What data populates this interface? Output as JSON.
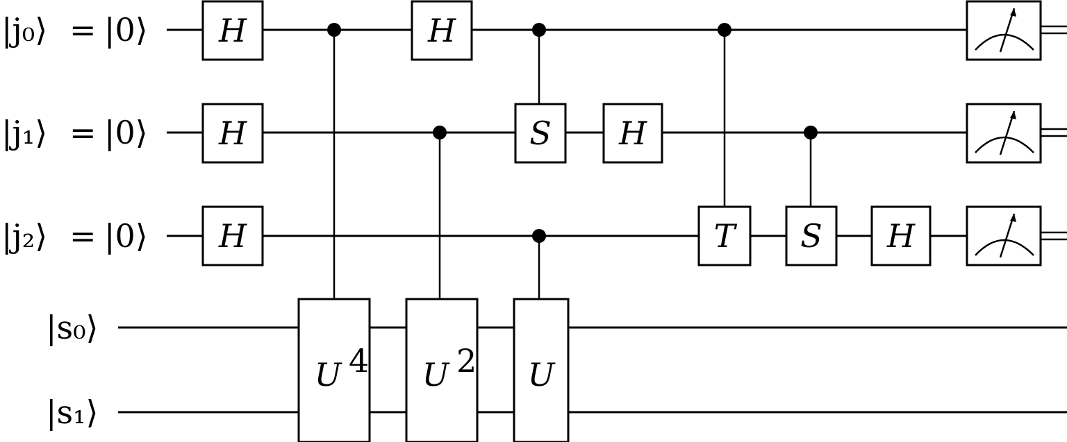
{
  "wires": [
    {
      "ket": "|j₀⟩",
      "equals": "=",
      "init": "|0⟩"
    },
    {
      "ket": "|j₁⟩",
      "equals": "=",
      "init": "|0⟩"
    },
    {
      "ket": "|j₂⟩",
      "equals": "=",
      "init": "|0⟩"
    },
    {
      "ket": "|s₀⟩"
    },
    {
      "ket": "|s₁⟩"
    }
  ],
  "gates": {
    "h0": "H",
    "h1": "H",
    "h2": "H",
    "u4_base": "U",
    "u4_exp": "4",
    "u2_base": "U",
    "u2_exp": "2",
    "u1": "U",
    "h_q0": "H",
    "s_q1": "S",
    "h_q1": "H",
    "t_q2": "T",
    "s_q2": "S",
    "h_q2": "H"
  }
}
